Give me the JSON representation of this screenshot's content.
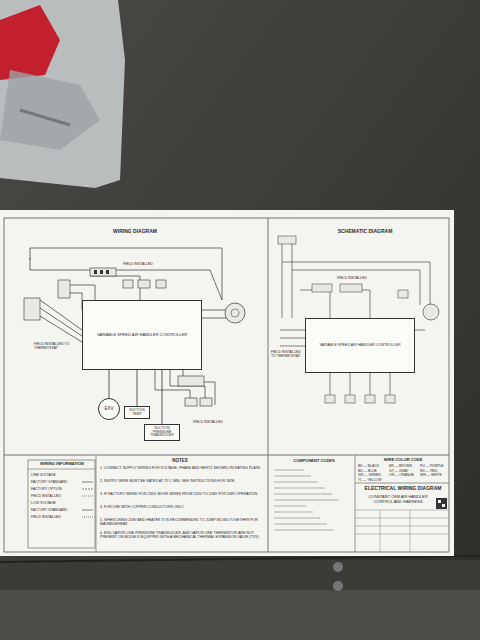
{
  "diagram": {
    "title": "ELECTRICAL WIRING DIAGRAM",
    "nodes": [
      {
        "text": [
          "VARIABLE SPEED AIR HANDLER CONTROLLER"
        ]
      },
      {
        "text": [
          "EXV"
        ]
      },
      {
        "text": [
          "SUCTION TEMP"
        ]
      },
      {
        "text": [
          "SUCTION PRESSURE TRANSDUCER"
        ]
      },
      {
        "text": [
          "VARIABLE SPEED AIR HANDLER CONTROLLER"
        ]
      }
    ],
    "edges": [
      {
        "from": 1,
        "to": 0,
        "arrow": "none"
      },
      {
        "from": 2,
        "to": 0,
        "arrow": "none"
      },
      {
        "from": 3,
        "to": 0,
        "arrow": "none"
      }
    ],
    "labels": [
      "WIRING DIAGRAM",
      "SCHEMATIC DIAGRAM",
      "FIELD INSTALLED",
      "FIELD INSTALLED TO THERMOSTAT",
      "FIELD INSTALLED",
      "FIELD INSTALLED",
      "FIELD INSTALLED TO THERMOSTAT",
      "WIRING INFORMATION",
      "LINE VOLTAGE",
      "FACTORY STANDARD",
      "FACTORY OPTION",
      "FIELD INSTALLED",
      "LOW VOLTAGE",
      "FACTORY STANDARD",
      "FIELD INSTALLED",
      "NOTES",
      "1. CONNECT SUPPLY WIRING FOR VOLTAGE, PHASE AND HERTZ SHOWN ON RATING PLATE.",
      "2. SUPPLY WIRE MUST BE RATED AT 75°C MIN. SEE INSTRUCTIONS FOR SIZE.",
      "3. IF FACTORY WIRED FOR 230V, MOVE WIRES FROM 230V TO 208V FOR 208V OPERATION.",
      "4. FOR USE WITH COPPER CONDUCTORS ONLY.",
      "5. WHEN USING 208V AND HEATER IT IS RECOMMENDED TO JUMP W1-W4 TOGETHER FOR MAXIMUM HEAT.",
      "6. EXV, VAPOR LINE PRESSURE TRANSDUCER, AND VAPOR LINE THERMISTOR ARE NOT PRESENT ON MODELS EQUIPPED WITH A MECHANICAL THERMAL EXPANSION VALVE (TXV).",
      "COMPONENT CODES",
      "WIRE COLOR CODE",
      "BK — BLACK",
      "BR — BROWN",
      "PU — PURPLE",
      "BU — BLUE",
      "GY — GRAY",
      "RD — RED",
      "GR — GREEN",
      "OR — ORANGE",
      "WH — WHITE",
      "YL — YELLOW",
      "CONSTANT CFM AIR HANDLER CONTROL AND HARNESS"
    ]
  }
}
